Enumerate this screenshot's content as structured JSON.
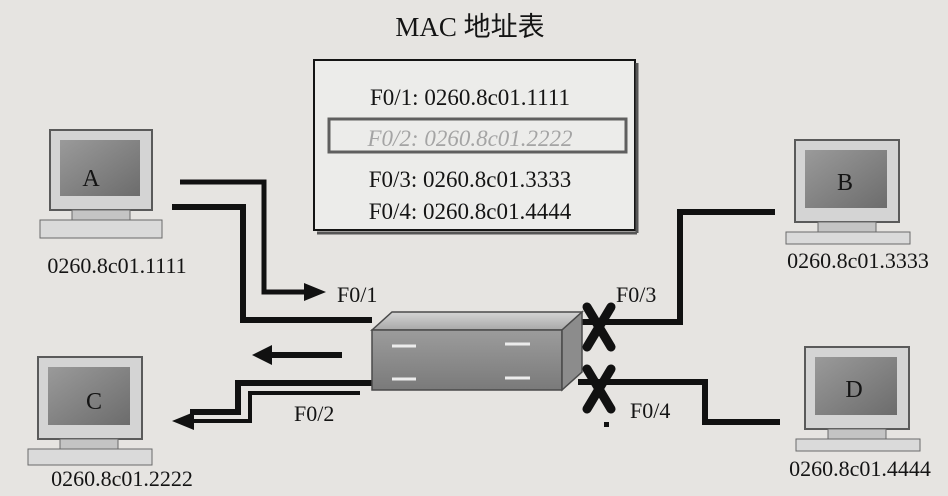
{
  "table": {
    "title": "MAC 地址表",
    "rows": [
      "F0/1: 0260.8c01.1111",
      "F0/2: 0260.8c01.2222",
      "F0/3: 0260.8c01.3333",
      "F0/4: 0260.8c01.4444"
    ]
  },
  "hosts": {
    "a": {
      "letter": "A",
      "mac": "0260.8c01.1111"
    },
    "b": {
      "letter": "B",
      "mac": "0260.8c01.3333"
    },
    "c": {
      "letter": "C",
      "mac": "0260.8c01.2222"
    },
    "d": {
      "letter": "D",
      "mac": "0260.8c01.4444"
    }
  },
  "ports": {
    "f01": "F0/1",
    "f02": "F0/2",
    "f03": "F0/3",
    "f04": "F0/4"
  }
}
